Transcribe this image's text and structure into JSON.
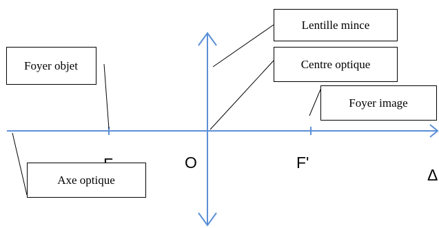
{
  "colors": {
    "optics": "#5b8fd6",
    "text": "#000000",
    "background": "#ffffff"
  },
  "points": {
    "object_focus": "F",
    "center": "O",
    "image_focus": "F'",
    "axis_symbol": "Δ"
  },
  "callouts": {
    "thin_lens": "Lentille mince",
    "optical_center": "Centre optique",
    "object_focus": "Foyer objet",
    "image_focus": "Foyer image",
    "optical_axis": "Axe optique"
  }
}
